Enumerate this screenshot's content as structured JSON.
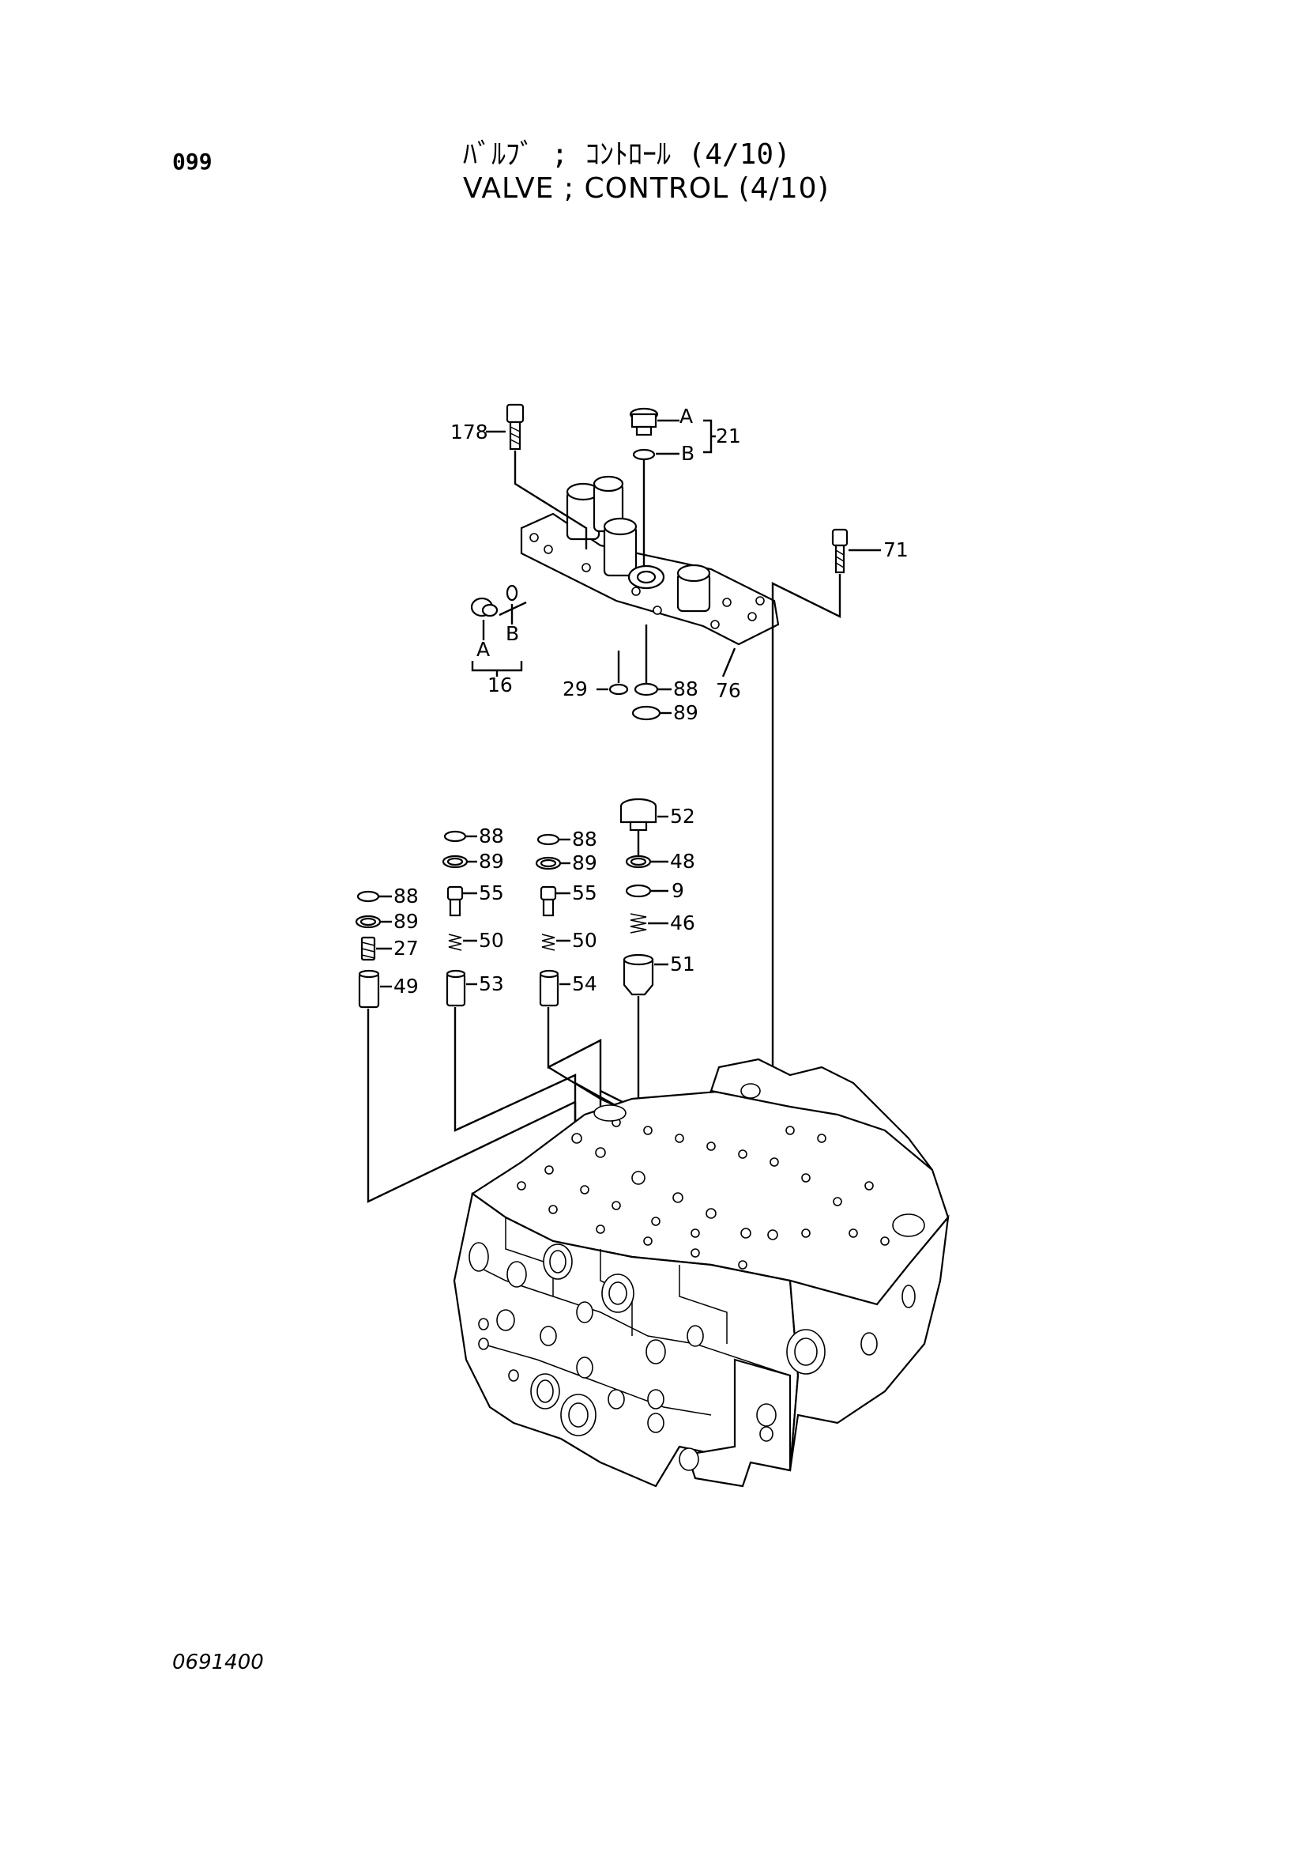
{
  "header": {
    "page_number": "099",
    "title_jp": "ﾊﾞﾙﾌﾞ ; ｺﾝﾄﾛｰﾙ (4/10)",
    "title_en": "VALVE ; CONTROL (4/10)"
  },
  "footer": {
    "figure_number": "0691400"
  },
  "callouts": {
    "c178": "178",
    "c21": "21",
    "c21a": "A",
    "c21b": "B",
    "c71": "71",
    "c16": "16",
    "c16a": "A",
    "c16b": "B",
    "c29": "29",
    "c88_top": "88",
    "c89_top": "89",
    "c76": "76",
    "c52": "52",
    "c48": "48",
    "c9": "9",
    "c46": "46",
    "c51": "51",
    "c88_b": "88",
    "c89_b": "89",
    "c55_b": "55",
    "c50_b": "50",
    "c53": "53",
    "c88_c": "88",
    "c89_c": "89",
    "c55_c": "55",
    "c50_c": "50",
    "c54": "54",
    "c88_a": "88",
    "c89_a": "89",
    "c27": "27",
    "c49": "49"
  }
}
